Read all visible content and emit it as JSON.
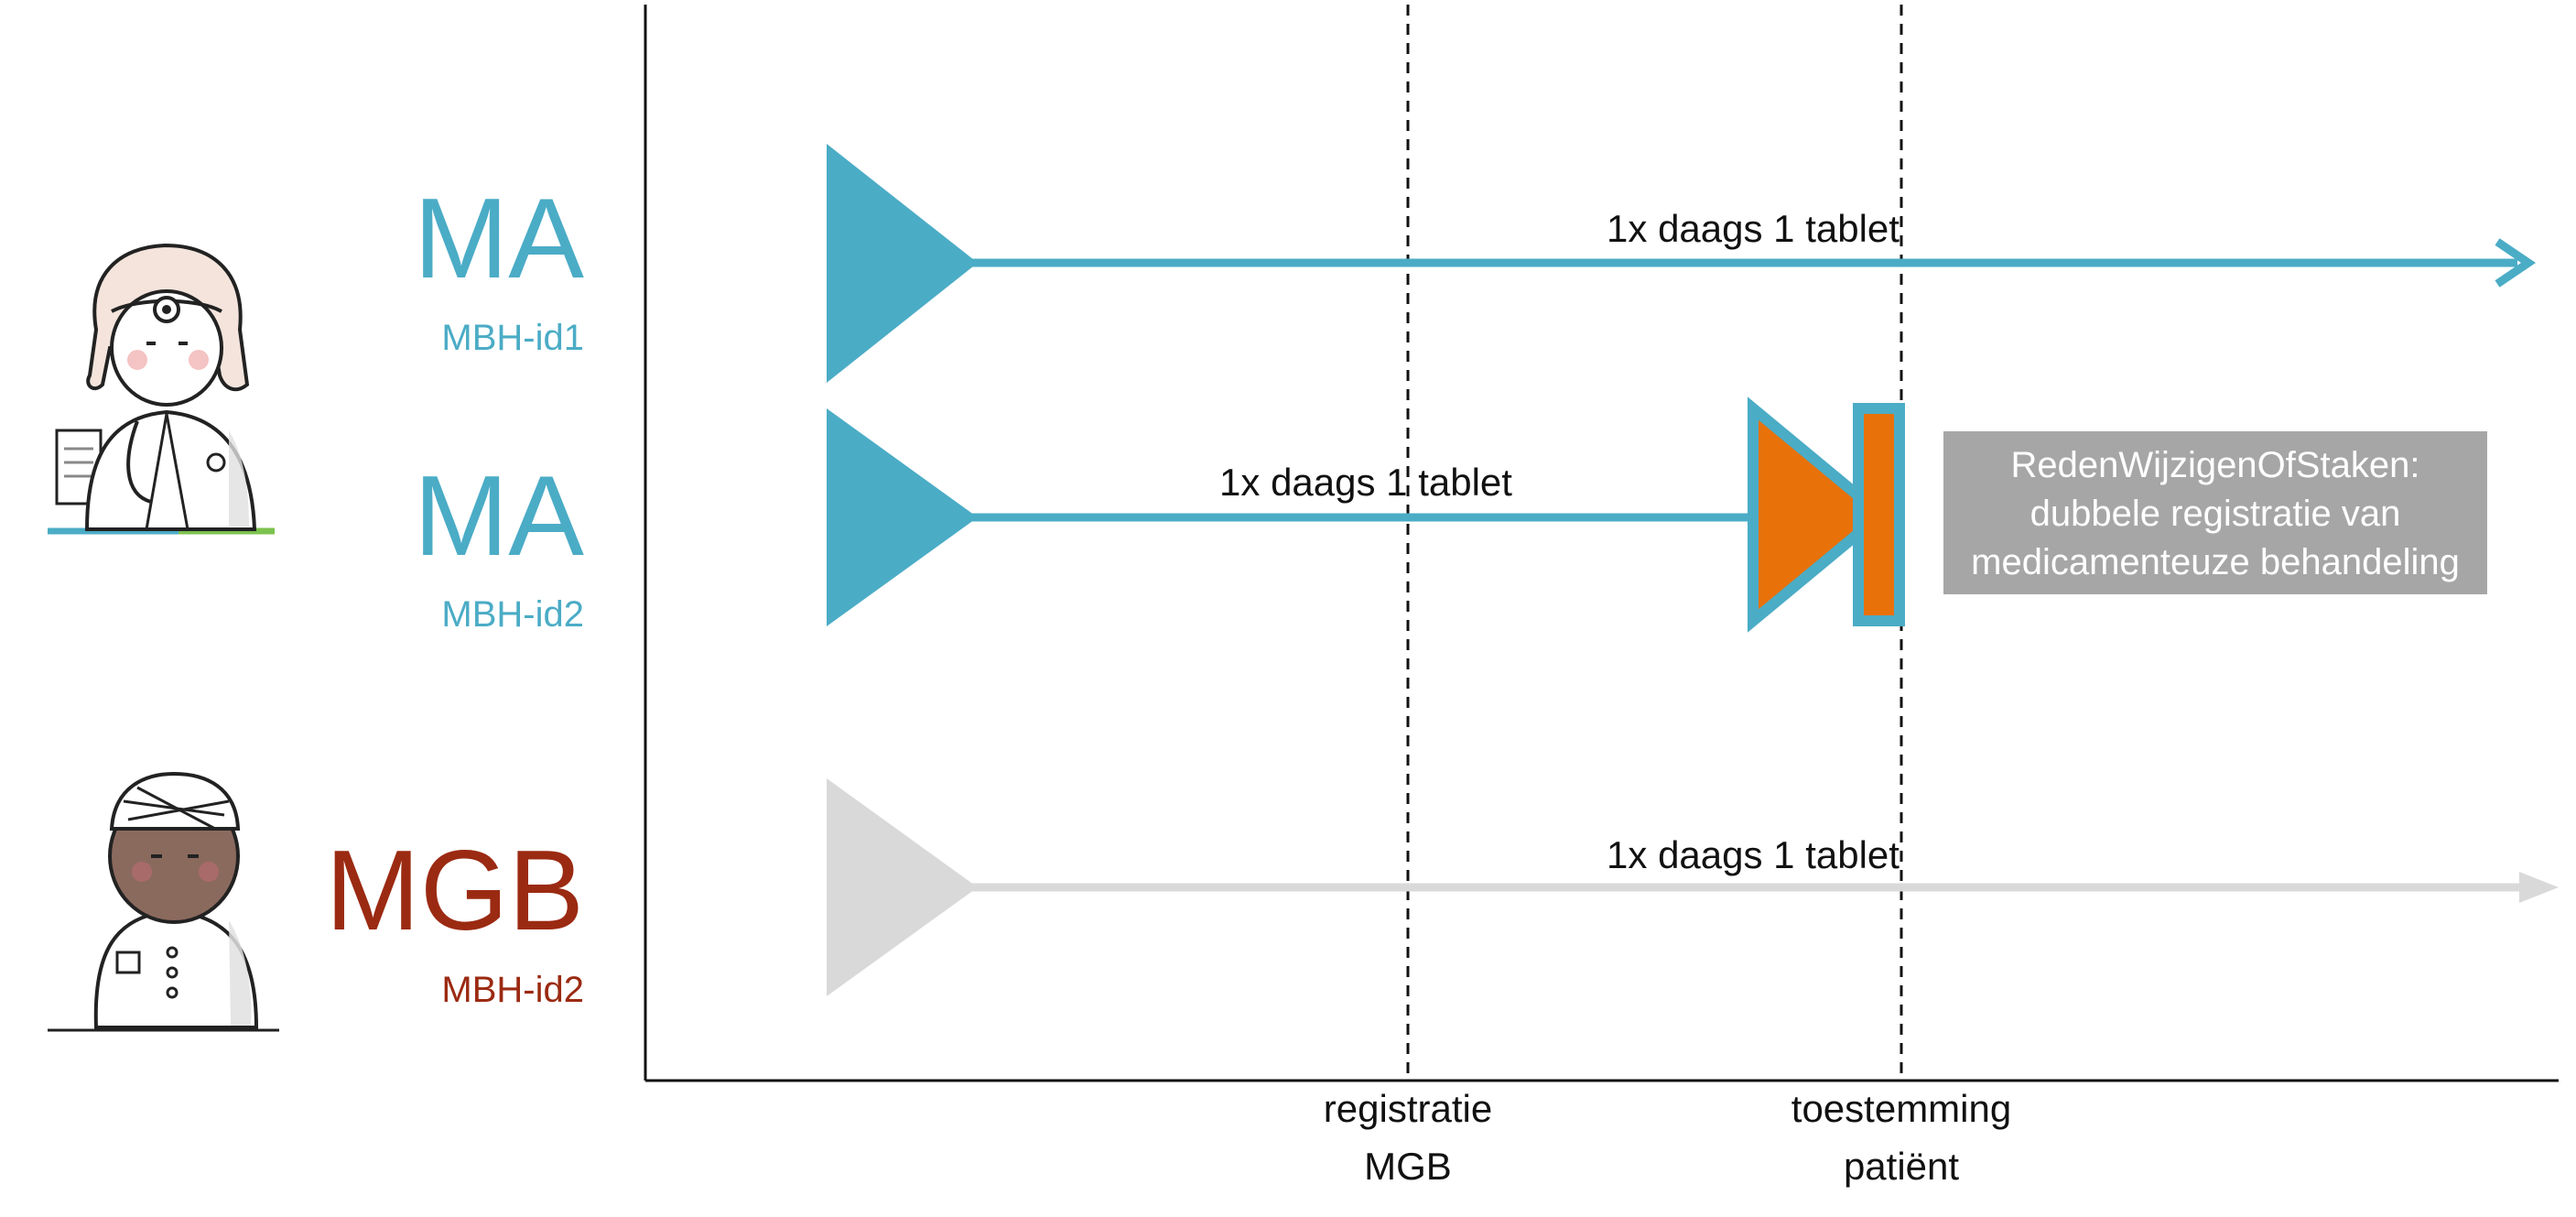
{
  "rows": [
    {
      "role": "MA",
      "id": "MBH-id1",
      "label": "1x daags 1 tablet",
      "color": "#4BACC6"
    },
    {
      "role": "MA",
      "id": "MBH-id2",
      "label": "1x daags 1 tablet",
      "color": "#4BACC6",
      "end_marker_color": "#E8710A"
    },
    {
      "role": "MGB",
      "id": "MBH-id2",
      "label": "1x daags 1 tablet",
      "color": "#D9D9D9",
      "role_color": "#9B2A12"
    }
  ],
  "reason_box": {
    "lines": [
      "RedenWijzigenOfStaken:",
      "dubbele registratie van",
      "medicamenteuze behandeling"
    ],
    "color": "#A6A6A6"
  },
  "events": [
    {
      "line1": "registratie",
      "line2": "MGB"
    },
    {
      "line1": "toestemming",
      "line2": "patiënt"
    }
  ],
  "icons": [
    {
      "name": "doctor-icon"
    },
    {
      "name": "patient-icon"
    }
  ]
}
